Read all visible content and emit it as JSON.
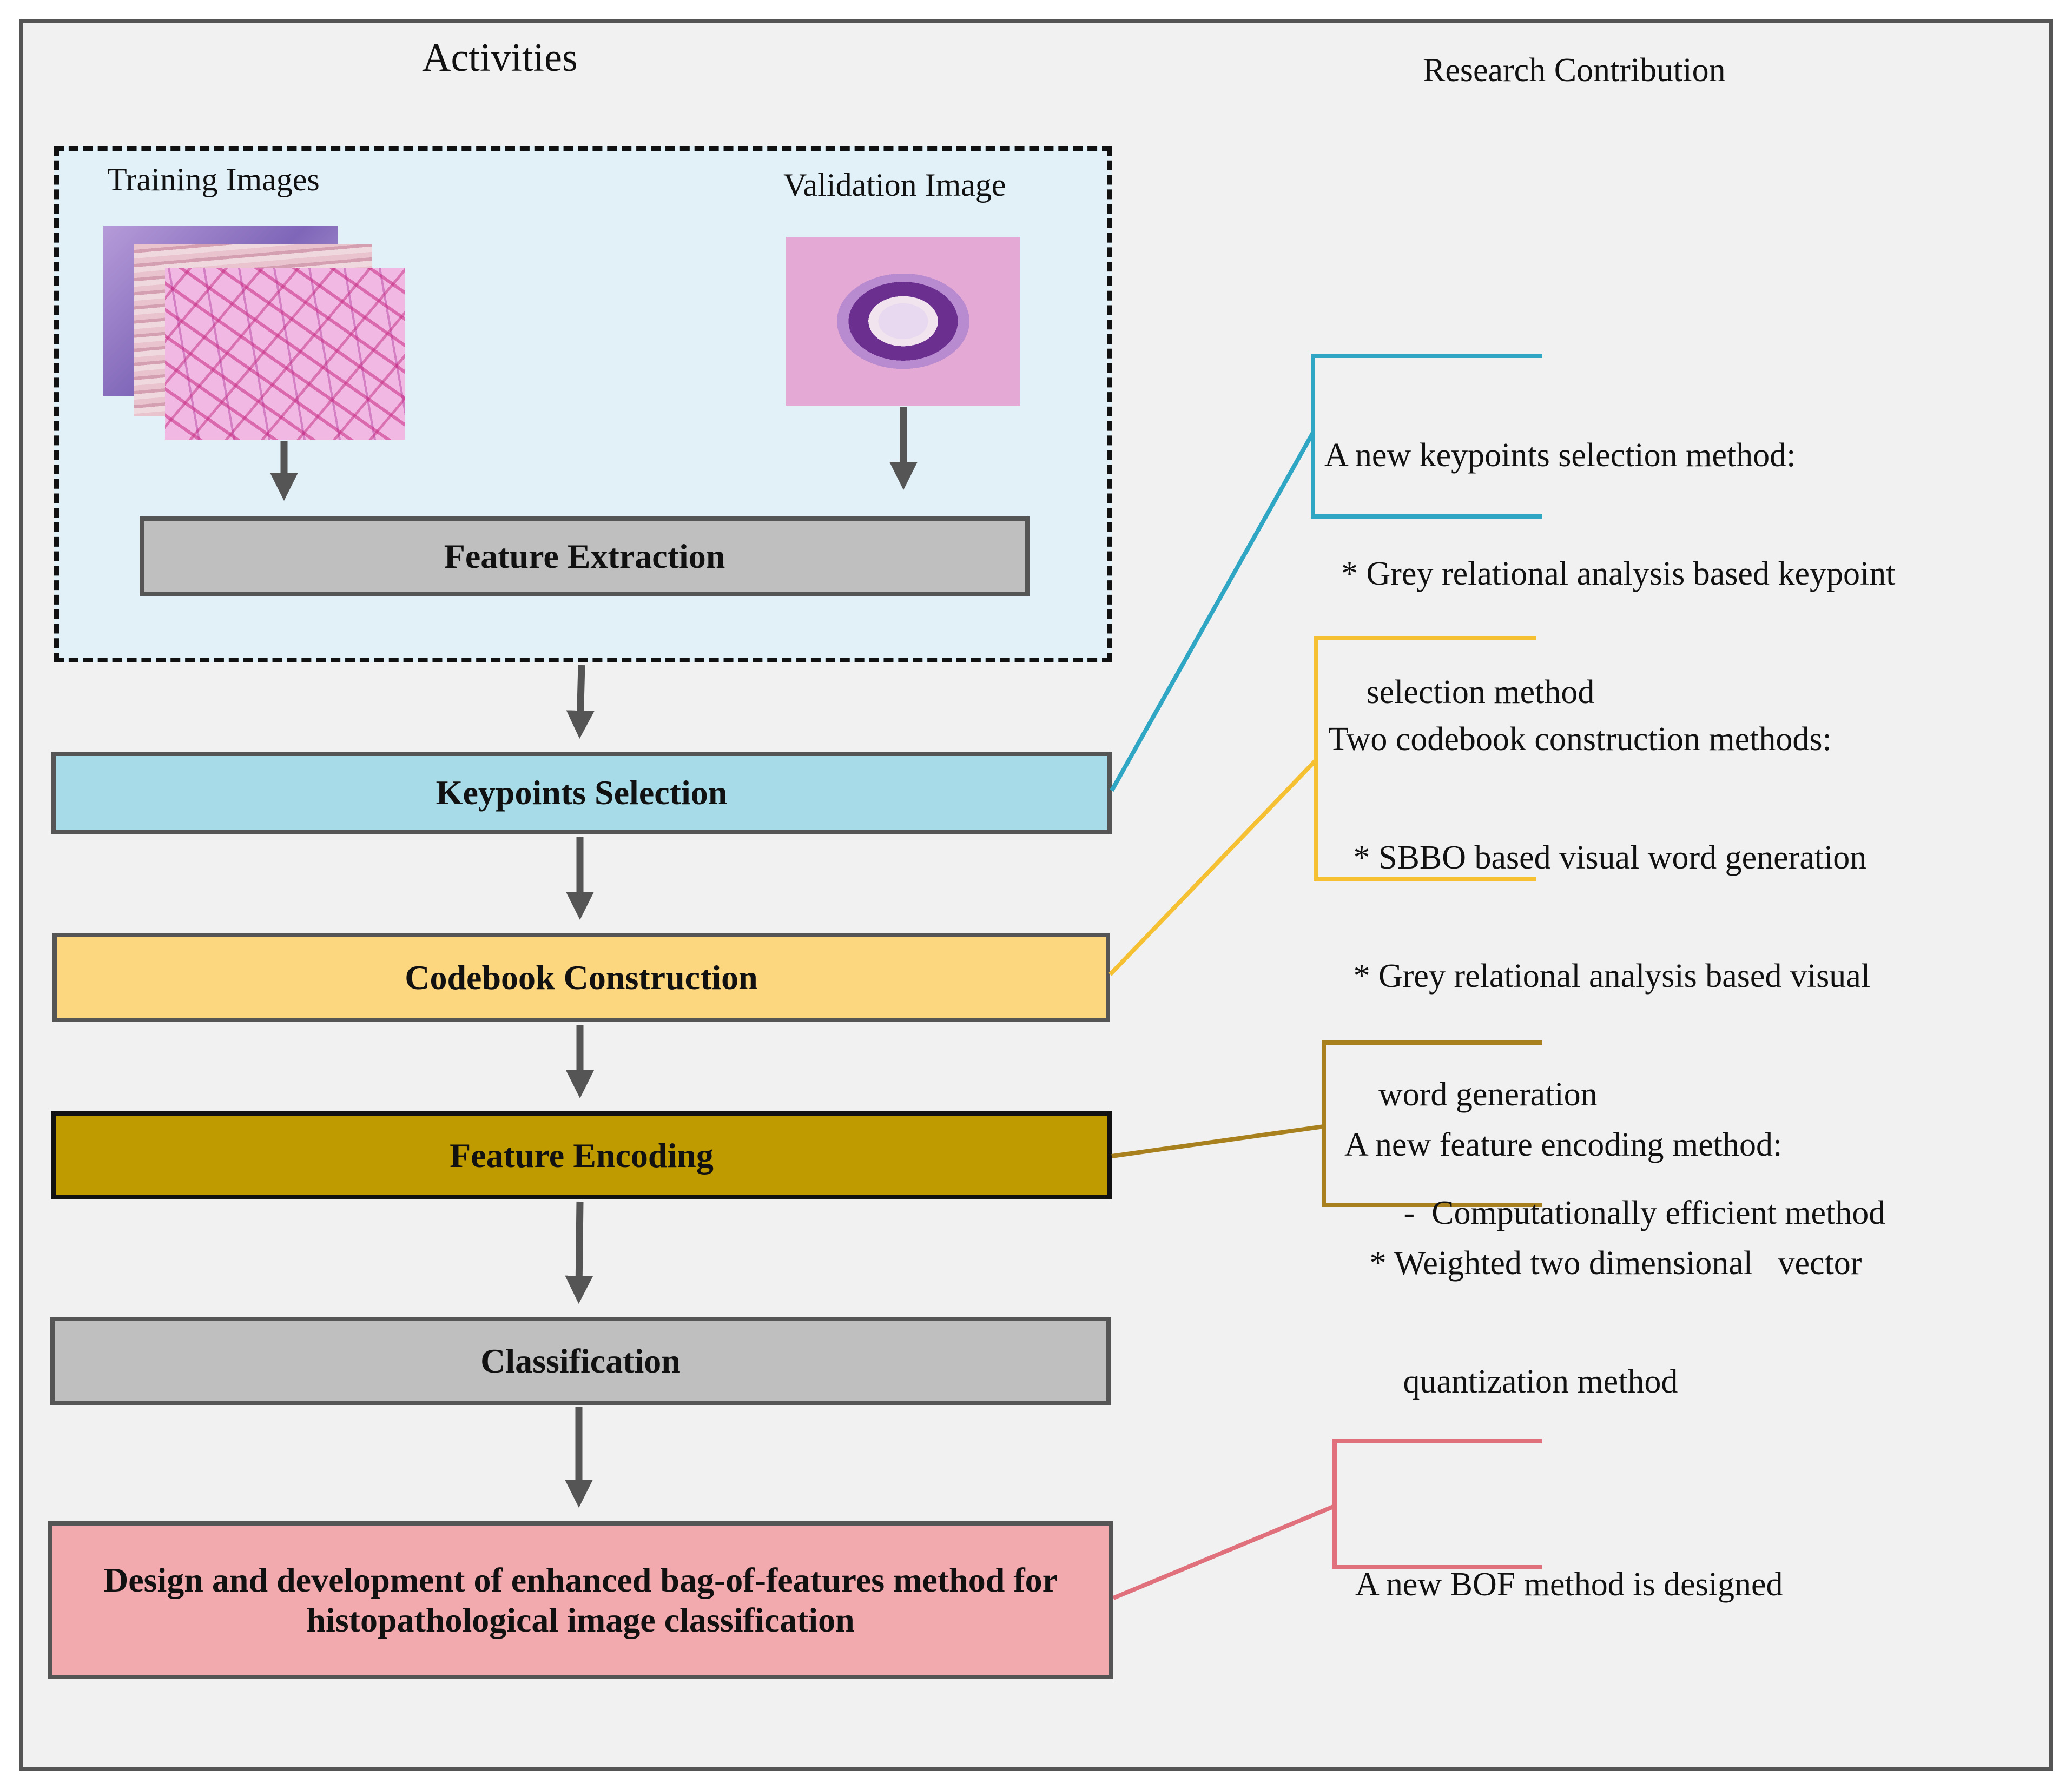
{
  "headings": {
    "activities": "Activities",
    "research_contribution": "Research Contribution"
  },
  "inputs": {
    "training_images": "Training  Images",
    "validation_image": "Validation Image"
  },
  "stages": {
    "feature_extraction": "Feature Extraction",
    "keypoints_selection": "Keypoints Selection",
    "codebook_construction": "Codebook Construction",
    "feature_encoding": "Feature Encoding",
    "classification": "Classification",
    "final_line1": "Design and development of enhanced bag-of-features method for",
    "final_line2": "histopathological image classification"
  },
  "contributions": {
    "keypoints": {
      "color": "#2ea6c4",
      "lines": [
        "A new keypoints selection method:",
        "  * Grey relational analysis based keypoint",
        "     selection method"
      ]
    },
    "codebook": {
      "color": "#f5c132",
      "lines": [
        "Two codebook construction methods:",
        "   * SBBO based visual word generation",
        "   * Grey relational analysis based visual",
        "      word generation",
        "         -  Computationally efficient method"
      ]
    },
    "encoding": {
      "color": "#a8801e",
      "lines": [
        "A new feature encoding method:",
        "   * Weighted two dimensional   vector",
        "       quantization method"
      ]
    },
    "bof": {
      "color": "#e0707c",
      "lines": [
        "A new BOF method is designed"
      ]
    }
  },
  "colors": {
    "feature_extraction": "#bfbfbf",
    "keypoints_selection": "#a8dbe8",
    "codebook_construction": "#fcd77f",
    "feature_encoding": "#bf9b00",
    "classification": "#bfbfbf",
    "final": "#f2aaae",
    "arrow": "#555555"
  }
}
